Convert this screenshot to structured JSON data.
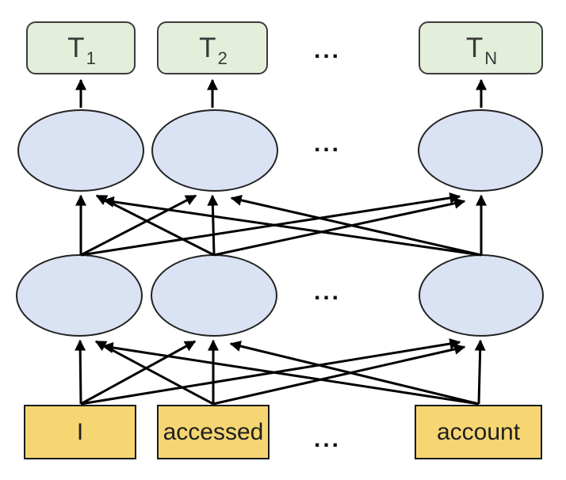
{
  "diagram": {
    "title": "feedforward-neural-language-model",
    "background": "#ffffff",
    "colors": {
      "background": "#ffffff",
      "output_fill": "#e3efda",
      "output_border": "#3c3c3c",
      "hidden_fill": "#dae3f3",
      "hidden_border": "#222222",
      "input_fill": "#f5d672",
      "input_border": "#1a1a1a",
      "arrow": "#000000",
      "text": "#3a3a3a"
    },
    "output_layer": {
      "nodes": [
        {
          "base": "T",
          "sub": "1"
        },
        {
          "base": "T",
          "sub": "2"
        },
        {
          "base": "T",
          "sub": "N"
        }
      ],
      "ellipsis": "..."
    },
    "hidden_layer_upper": {
      "ellipsis": "..."
    },
    "hidden_layer_lower": {
      "ellipsis": "..."
    },
    "input_layer": {
      "tokens": [
        "I",
        "accessed",
        "account"
      ],
      "ellipsis": "..."
    }
  }
}
